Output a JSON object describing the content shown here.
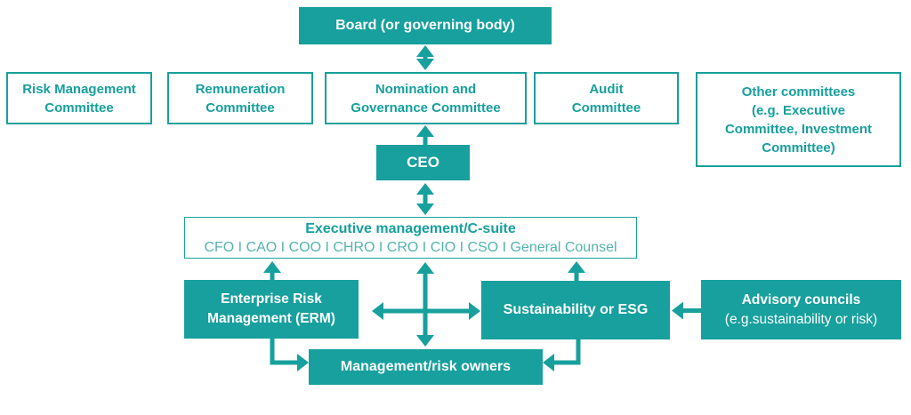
{
  "colors": {
    "teal": "#17a09d",
    "teal_light": "#54b3ae",
    "text_on_fill": "#ffffff",
    "background": "#ffffff"
  },
  "diagram": {
    "type": "org-governance-chart",
    "nodes": {
      "board": {
        "label": "Board (or governing body)"
      },
      "risk_committee": {
        "label": "Risk Management\nCommittee"
      },
      "remuneration_committee": {
        "label": "Remuneration\nCommittee"
      },
      "nomination_committee": {
        "label": "Nomination and\nGovernance Committee"
      },
      "audit_committee": {
        "label": "Audit\nCommittee"
      },
      "other_committees": {
        "label": "Other committees\n(e.g. Executive\nCommittee, Investment\nCommittee)"
      },
      "ceo": {
        "label": "CEO"
      },
      "executive": {
        "title": "Executive management/C-suite",
        "subtitle": "CFO I CAO I COO I CHRO I CRO I CIO I CSO I General Counsel"
      },
      "erm": {
        "label": "Enterprise Risk\nManagement (ERM)"
      },
      "sustainability": {
        "label": "Sustainability or ESG"
      },
      "advisory": {
        "title": "Advisory councils",
        "subtitle": "(e.g.sustainability or risk)"
      },
      "management": {
        "label": "Management/risk owners"
      }
    },
    "connections": [
      {
        "from": "board",
        "to": "nomination_committee",
        "direction": "both"
      },
      {
        "from": "ceo",
        "to": "nomination_committee",
        "direction": "up"
      },
      {
        "from": "ceo",
        "to": "executive",
        "direction": "both"
      },
      {
        "from": "executive",
        "to": "management",
        "direction": "both"
      },
      {
        "from": "erm",
        "to": "sustainability",
        "direction": "both"
      },
      {
        "from": "erm",
        "to": "executive",
        "direction": "up"
      },
      {
        "from": "sustainability",
        "to": "executive",
        "direction": "up"
      },
      {
        "from": "erm",
        "to": "management",
        "direction": "to"
      },
      {
        "from": "sustainability",
        "to": "management",
        "direction": "to"
      },
      {
        "from": "advisory",
        "to": "sustainability",
        "direction": "to"
      }
    ]
  }
}
